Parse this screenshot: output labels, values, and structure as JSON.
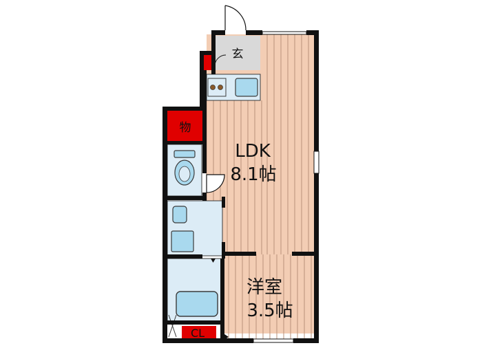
{
  "rooms": {
    "ldk": {
      "name": "LDK",
      "size": "8.1帖"
    },
    "western": {
      "name": "洋室",
      "size": "3.5帖"
    },
    "entrance": {
      "name": "玄"
    },
    "storage": {
      "name": "物"
    },
    "closet": {
      "name": "CL"
    }
  },
  "colors": {
    "wall": "#111111",
    "floor_wood": "#f3cdb4",
    "floor_line": "#b8917a",
    "wet_area": "#dcecf6",
    "wet_fixture": "#a9d9ee",
    "fixture_stroke": "#3b3b3b",
    "storage_red": "#e00000",
    "entrance_gray": "#d9d9d9"
  }
}
